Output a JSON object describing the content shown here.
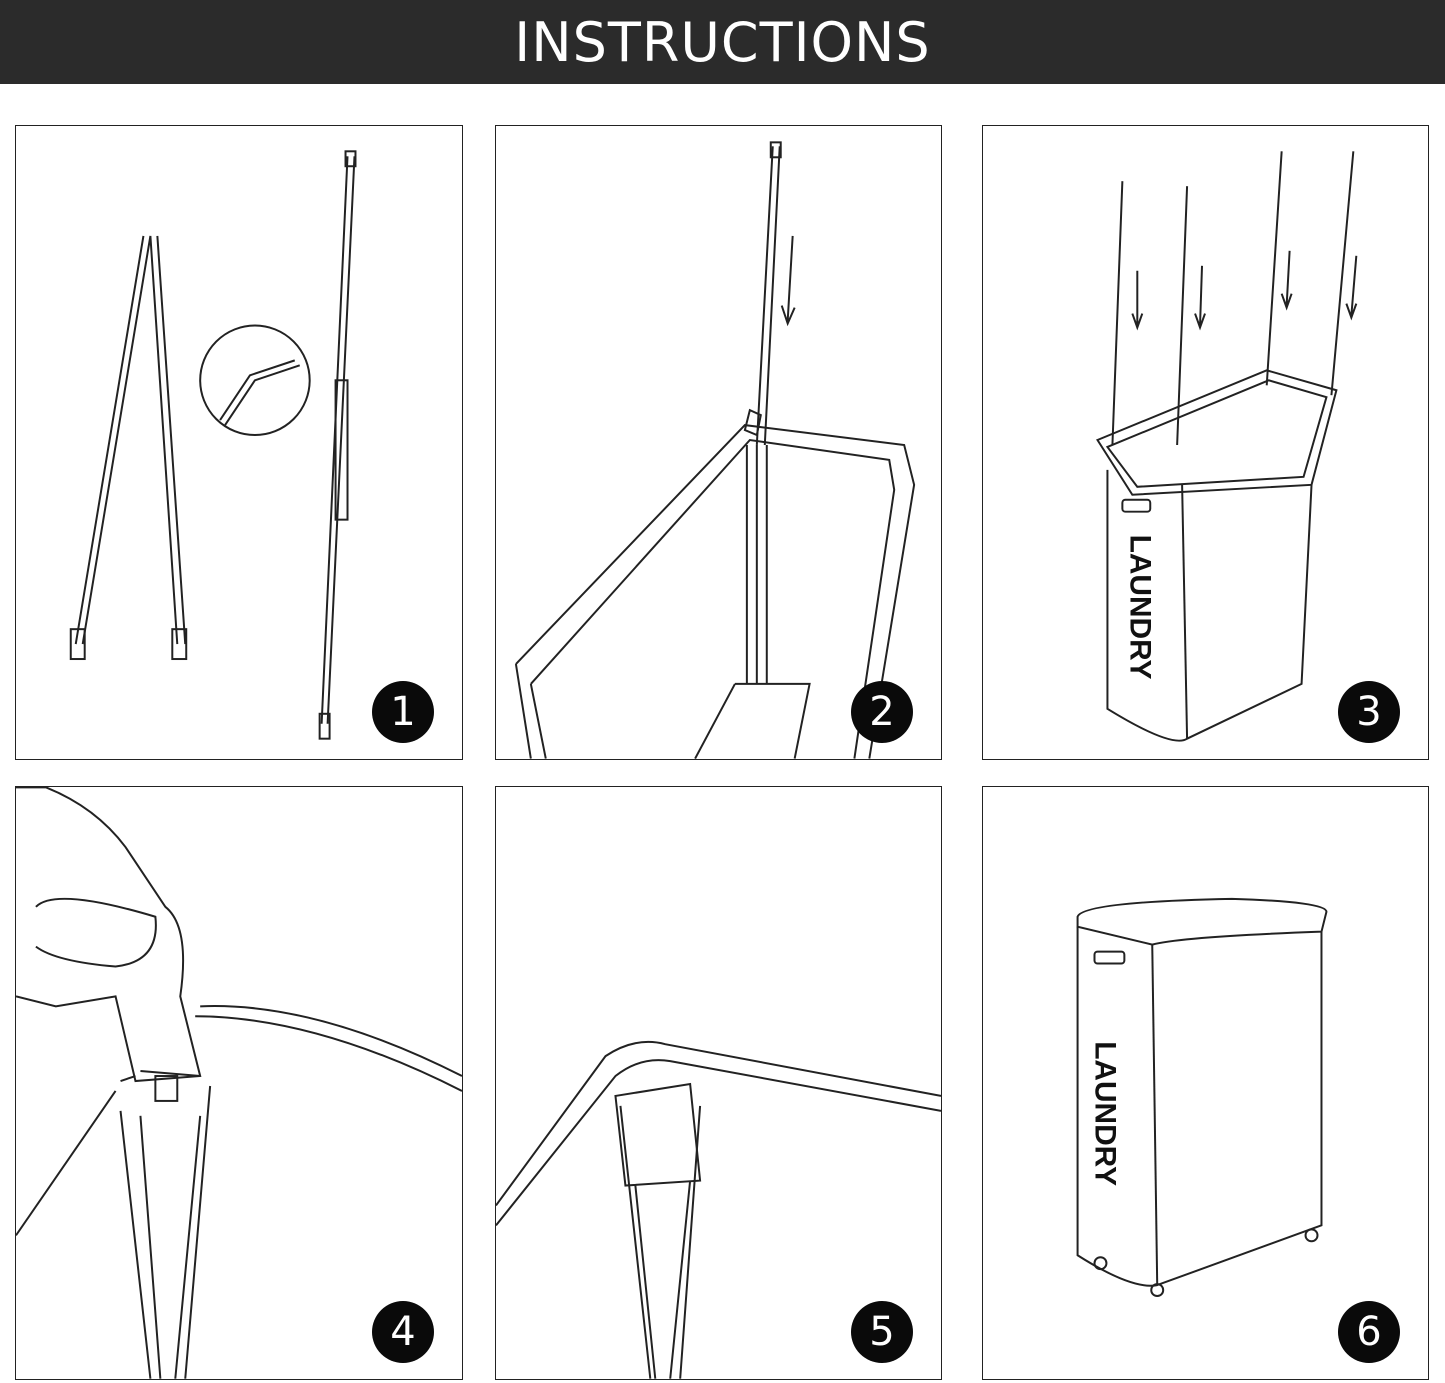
{
  "header": {
    "title": "INSTRUCTIONS"
  },
  "colors": {
    "header_bg": "#2b2b2b",
    "badge_bg": "#0a0a0a",
    "line": "#222222"
  },
  "steps": [
    {
      "number": "1",
      "label": ""
    },
    {
      "number": "2",
      "label": ""
    },
    {
      "number": "3",
      "label": "LAUNDRY"
    },
    {
      "number": "4",
      "label": ""
    },
    {
      "number": "5",
      "label": ""
    },
    {
      "number": "6",
      "label": "LAUNDRY"
    }
  ]
}
